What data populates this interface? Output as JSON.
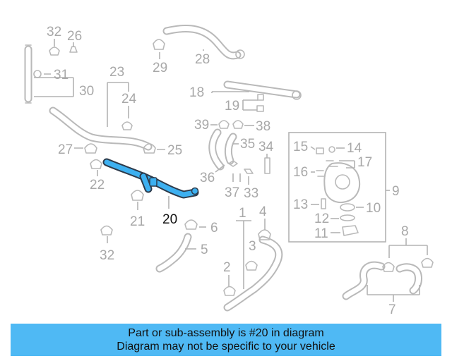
{
  "callouts": {
    "c1": "1",
    "c2": "2",
    "c3": "3",
    "c4": "4",
    "c5": "5",
    "c6": "6",
    "c7": "7",
    "c8": "8",
    "c9": "9",
    "c10": "10",
    "c11": "11",
    "c12": "12",
    "c13": "13",
    "c14": "14",
    "c15": "15",
    "c16": "16",
    "c17": "17",
    "c18": "18",
    "c19": "19",
    "c20": "20",
    "c21": "21",
    "c22": "22",
    "c23": "23",
    "c24": "24",
    "c25": "25",
    "c26": "26",
    "c27": "27",
    "c28": "28",
    "c29": "29",
    "c30": "30",
    "c31": "31",
    "c32a": "32",
    "c32b": "32",
    "c33": "33",
    "c34": "34",
    "c35": "35",
    "c36": "36",
    "c37": "37",
    "c38": "38",
    "c39": "39"
  },
  "highlighted_part": "20",
  "colors": {
    "highlight": "#3db0f0",
    "outline": "#2d3a4a",
    "banner": "#4fb9f4",
    "parts": "#b9b9b9"
  },
  "banner": {
    "line1": "Part or sub-assembly is #20 in diagram",
    "line2": "Diagram may not be specific to your vehicle"
  }
}
